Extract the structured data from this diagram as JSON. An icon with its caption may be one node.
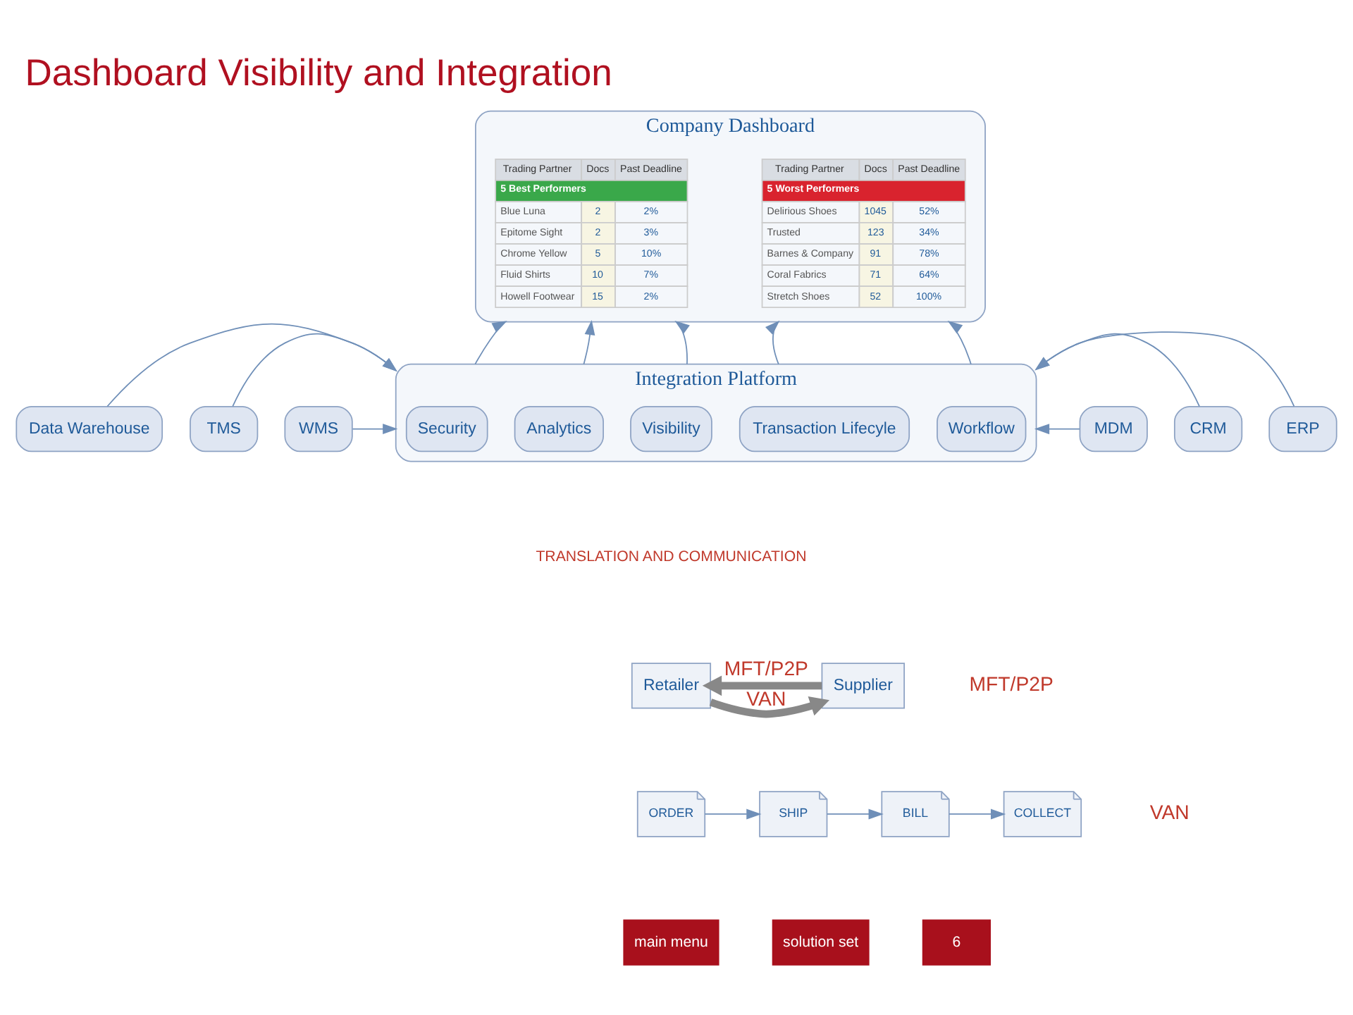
{
  "diagram": {
    "title": "Dashboard Visibility and Integration",
    "nodes": [
      {
        "text": [
          "Company Dashboard"
        ]
      },
      {
        "text": [
          "Data Warehouse"
        ]
      },
      {
        "text": [
          "TMS"
        ]
      },
      {
        "text": [
          "WMS"
        ]
      },
      {
        "text": [
          "Integration Platform"
        ]
      },
      {
        "text": [
          "Security"
        ],
        "in": 4
      },
      {
        "text": [
          "Analytics"
        ],
        "in": 4
      },
      {
        "text": [
          "Visibility"
        ],
        "in": 4
      },
      {
        "text": [
          "Transaction Lifecyle"
        ],
        "in": 4
      },
      {
        "text": [
          "Workflow"
        ],
        "in": 4
      },
      {
        "text": [
          "MDM"
        ]
      },
      {
        "text": [
          "CRM"
        ]
      },
      {
        "text": [
          "ERP"
        ]
      },
      {
        "text": [
          "Retailer"
        ]
      },
      {
        "text": [
          "Supplier"
        ]
      },
      {
        "text": [
          "ORDER"
        ]
      },
      {
        "text": [
          "SHIP"
        ]
      },
      {
        "text": [
          "BILL"
        ]
      },
      {
        "text": [
          "COLLECT"
        ]
      }
    ],
    "edges": [
      {
        "from": 1,
        "to": 4,
        "arrow": "to"
      },
      {
        "from": 2,
        "to": 4,
        "arrow": "to"
      },
      {
        "from": 3,
        "to": 4,
        "arrow": "to"
      },
      {
        "from": 10,
        "to": 4,
        "arrow": "to"
      },
      {
        "from": 11,
        "to": 4,
        "arrow": "to"
      },
      {
        "from": 12,
        "to": 4,
        "arrow": "to"
      },
      {
        "from": 4,
        "to": 0,
        "arrow": "to"
      },
      {
        "from": 4,
        "to": 0,
        "arrow": "to"
      },
      {
        "from": 4,
        "to": 0,
        "arrow": "to"
      },
      {
        "from": 4,
        "to": 0,
        "arrow": "to"
      },
      {
        "from": 4,
        "to": 0,
        "arrow": "to"
      },
      {
        "from": 14,
        "to": 13,
        "arrow": "to",
        "label": "MFT/P2P",
        "style": "thick",
        "color": "#888888"
      },
      {
        "from": 13,
        "to": 14,
        "arrow": "to",
        "label": "VAN",
        "style": "thick",
        "color": "#888888"
      },
      {
        "from": 15,
        "to": 16,
        "arrow": "to"
      },
      {
        "from": 16,
        "to": 17,
        "arrow": "to"
      },
      {
        "from": 17,
        "to": 18,
        "arrow": "to"
      }
    ],
    "labels": [
      "Trading Partner",
      "Docs",
      "Past Deadline",
      "5 Best Performers",
      "Blue Luna",
      "2",
      "2%",
      "Epitome Sight",
      "2",
      "3%",
      "Chrome Yellow",
      "5",
      "10%",
      "Fluid Shirts",
      "10",
      "7%",
      "Howell Footwear",
      "15",
      "2%",
      "Trading Partner",
      "Docs",
      "Past Deadline",
      "5 Worst Performers",
      "Delirious Shoes",
      "1045",
      "52%",
      "Trusted",
      "123",
      "34%",
      "Barnes & Company",
      "91",
      "78%",
      "Coral Fabrics",
      "71",
      "64%",
      "Stretch Shoes",
      "52",
      "100%",
      "TRANSLATION AND COMMUNICATION",
      "MFT/P2P",
      "VAN",
      "main menu",
      "solution set",
      "6"
    ]
  }
}
